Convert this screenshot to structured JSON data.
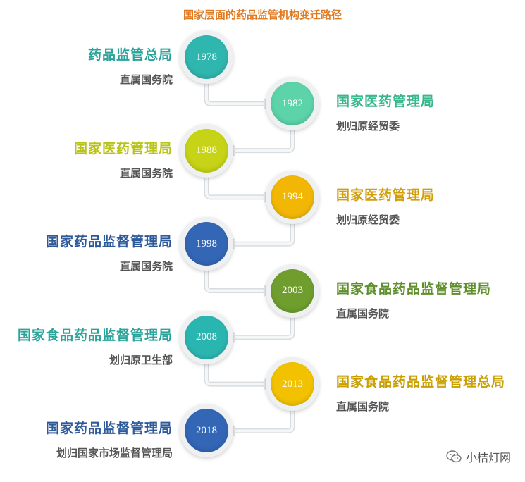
{
  "title": "国家层面的药品监管机构变迁路径",
  "watermark": "小桔灯网",
  "milestones": [
    {
      "year": "1978",
      "name": "药品监管总局",
      "sub": "直属国务院",
      "color": "#2fb6ae",
      "name_color": "#2aa39a"
    },
    {
      "year": "1982",
      "name": "国家医药管理局",
      "sub": "划归原经贸委",
      "color": "#5cd3a8",
      "name_color": "#38b68c"
    },
    {
      "year": "1988",
      "name": "国家医药管理局",
      "sub": "直属国务院",
      "color": "#c6d316",
      "name_color": "#b8c316"
    },
    {
      "year": "1994",
      "name": "国家医药管理局",
      "sub": "划归原经贸委",
      "color": "#f2b705",
      "name_color": "#d29f0b"
    },
    {
      "year": "1998",
      "name": "国家药品监督管理局",
      "sub": "直属国务院",
      "color": "#3366b5",
      "name_color": "#2f5a9a"
    },
    {
      "year": "2003",
      "name": "国家食品药品监督管理局",
      "sub": "直属国务院",
      "color": "#6f9e2e",
      "name_color": "#5f8f2c"
    },
    {
      "year": "2008",
      "name": "国家食品药品监督管理局",
      "sub": "划归原卫生部",
      "color": "#2ab6b0",
      "name_color": "#2aa39a"
    },
    {
      "year": "2013",
      "name": "国家食品药品监督管理总局",
      "sub": "直属国务院",
      "color": "#f2c200",
      "name_color": "#c9a000"
    },
    {
      "year": "2018",
      "name": "国家药品监督管理局",
      "sub": "划归国家市场监督管理局",
      "color": "#3366b5",
      "name_color": "#2f5a9a"
    }
  ]
}
